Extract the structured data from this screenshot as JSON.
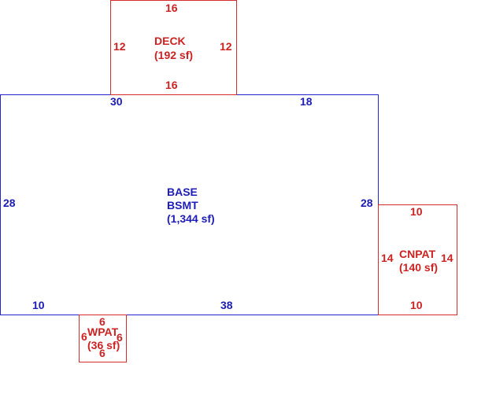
{
  "colors": {
    "base": "#2424d0",
    "addition": "#d82a2a"
  },
  "base": {
    "label_line1": "BASE",
    "label_line2": "BSMT",
    "area": "(1,344 sf)",
    "dim_top_left": "30",
    "dim_top_right": "18",
    "dim_left": "28",
    "dim_right": "28",
    "dim_bottom_left": "10",
    "dim_bottom": "38"
  },
  "deck": {
    "label": "DECK",
    "area": "(192 sf)",
    "dim_top": "16",
    "dim_bottom": "16",
    "dim_left": "12",
    "dim_right": "12"
  },
  "cnpat": {
    "label": "CNPAT",
    "area": "(140 sf)",
    "dim_top": "10",
    "dim_bottom": "10",
    "dim_left": "14",
    "dim_right": "14"
  },
  "wpat": {
    "label": "WPAT",
    "area": "(36 sf)",
    "dim_top": "6",
    "dim_bottom": "6",
    "dim_left": "6",
    "dim_right": "6"
  }
}
